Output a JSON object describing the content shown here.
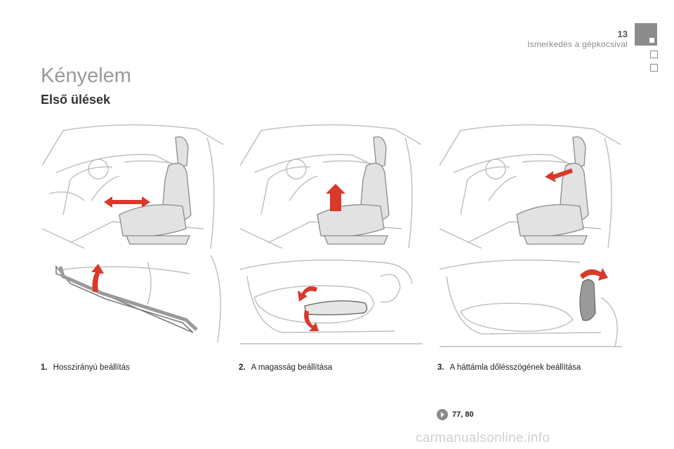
{
  "header": {
    "page_number": "13",
    "chapter_title": "Ismerkedés a gépkocsival"
  },
  "main": {
    "title": "Kényelem",
    "section_title": "Első ülések"
  },
  "captions": [
    {
      "number": "1.",
      "text": "Hosszirányú beállítás"
    },
    {
      "number": "2.",
      "text": "A magasság beállítása"
    },
    {
      "number": "3.",
      "text": "A háttámla dőlésszögének beállítása"
    }
  ],
  "reference": {
    "icon": "arrow-right-icon",
    "pages": "77, 80"
  },
  "footer": {
    "watermark": "carmanualsonline.info"
  },
  "colors": {
    "accent_red": "#d8392b",
    "tab_gray": "#8c8c8c",
    "title_gray": "#9a9a9a"
  }
}
